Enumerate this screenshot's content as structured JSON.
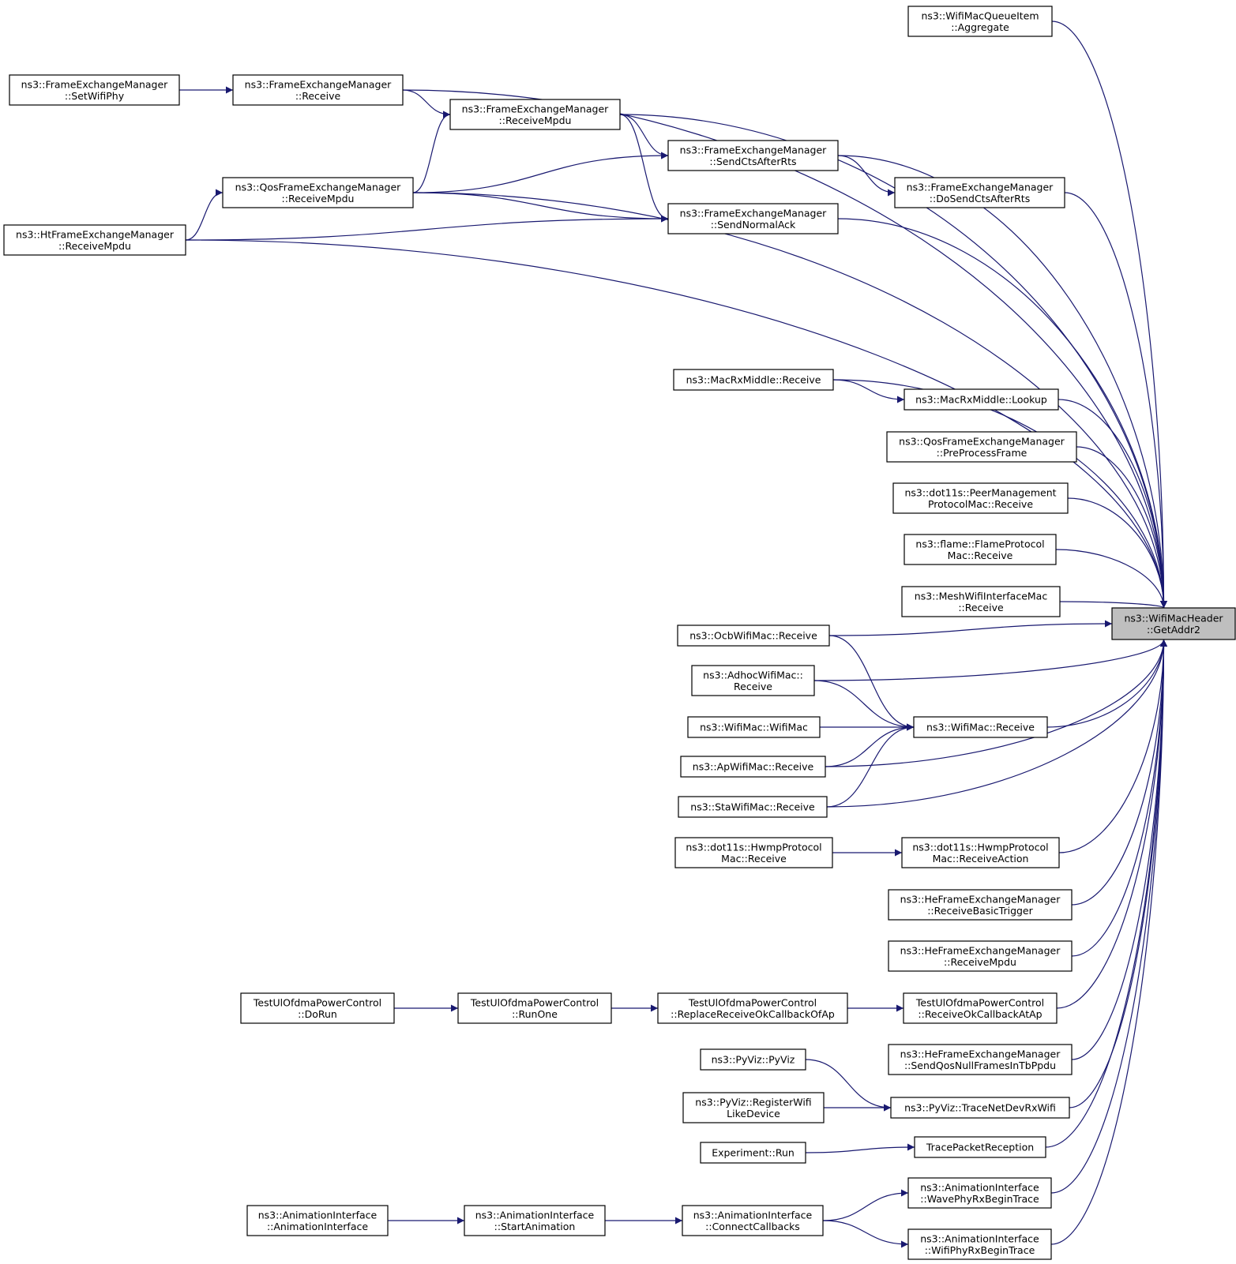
{
  "colors": {
    "edge": "#191970",
    "node_border": "#000000",
    "focus_fill": "#bfbfbf"
  },
  "nodes": [
    {
      "id": "target",
      "lines": [
        "ns3::WifiMacHeader",
        "::GetAddr2"
      ],
      "focus": true
    },
    {
      "id": "aggregate",
      "lines": [
        "ns3::WifiMacQueueItem",
        "::Aggregate"
      ]
    },
    {
      "id": "setwifiphy",
      "lines": [
        "ns3::FrameExchangeManager",
        "::SetWifiPhy"
      ]
    },
    {
      "id": "fem_receive",
      "lines": [
        "ns3::FrameExchangeManager",
        "::Receive"
      ]
    },
    {
      "id": "fem_receivempdu",
      "lines": [
        "ns3::FrameExchangeManager",
        "::ReceiveMpdu"
      ]
    },
    {
      "id": "fem_sendcts",
      "lines": [
        "ns3::FrameExchangeManager",
        "::SendCtsAfterRts"
      ]
    },
    {
      "id": "fem_dosendcts",
      "lines": [
        "ns3::FrameExchangeManager",
        "::DoSendCtsAfterRts"
      ]
    },
    {
      "id": "qos_receivempdu",
      "lines": [
        "ns3::QosFrameExchangeManager",
        "::ReceiveMpdu"
      ]
    },
    {
      "id": "fem_sendnormalack",
      "lines": [
        "ns3::FrameExchangeManager",
        "::SendNormalAck"
      ]
    },
    {
      "id": "ht_receivempdu",
      "lines": [
        "ns3::HtFrameExchangeManager",
        "::ReceiveMpdu"
      ]
    },
    {
      "id": "macrx_receive",
      "lines": [
        "ns3::MacRxMiddle::Receive"
      ]
    },
    {
      "id": "macrx_lookup",
      "lines": [
        "ns3::MacRxMiddle::Lookup"
      ]
    },
    {
      "id": "qos_preprocess",
      "lines": [
        "ns3::QosFrameExchangeManager",
        "::PreProcessFrame"
      ]
    },
    {
      "id": "peermgmt",
      "lines": [
        "ns3::dot11s::PeerManagement",
        "ProtocolMac::Receive"
      ]
    },
    {
      "id": "flame",
      "lines": [
        "ns3::flame::FlameProtocol",
        "Mac::Receive"
      ]
    },
    {
      "id": "meshwifi",
      "lines": [
        "ns3::MeshWifiInterfaceMac",
        "::Receive"
      ]
    },
    {
      "id": "ocb",
      "lines": [
        "ns3::OcbWifiMac::Receive"
      ]
    },
    {
      "id": "adhoc",
      "lines": [
        "ns3::AdhocWifiMac::",
        "Receive"
      ]
    },
    {
      "id": "wifimac_wifimac",
      "lines": [
        "ns3::WifiMac::WifiMac"
      ]
    },
    {
      "id": "wifimac_receive",
      "lines": [
        "ns3::WifiMac::Receive"
      ]
    },
    {
      "id": "ap",
      "lines": [
        "ns3::ApWifiMac::Receive"
      ]
    },
    {
      "id": "sta",
      "lines": [
        "ns3::StaWifiMac::Receive"
      ]
    },
    {
      "id": "hwmp_receive",
      "lines": [
        "ns3::dot11s::HwmpProtocol",
        "Mac::Receive"
      ]
    },
    {
      "id": "hwmp_action",
      "lines": [
        "ns3::dot11s::HwmpProtocol",
        "Mac::ReceiveAction"
      ]
    },
    {
      "id": "he_basictrigger",
      "lines": [
        "ns3::HeFrameExchangeManager",
        "::ReceiveBasicTrigger"
      ]
    },
    {
      "id": "he_receivempdu",
      "lines": [
        "ns3::HeFrameExchangeManager",
        "::ReceiveMpdu"
      ]
    },
    {
      "id": "tul_dorun",
      "lines": [
        "TestUlOfdmaPowerControl",
        "::DoRun"
      ]
    },
    {
      "id": "tul_runone",
      "lines": [
        "TestUlOfdmaPowerControl",
        "::RunOne"
      ]
    },
    {
      "id": "tul_replace",
      "lines": [
        "TestUlOfdmaPowerControl",
        "::ReplaceReceiveOkCallbackOfAp"
      ]
    },
    {
      "id": "tul_receiveok",
      "lines": [
        "TestUlOfdmaPowerControl",
        "::ReceiveOkCallbackAtAp"
      ]
    },
    {
      "id": "he_sendqosnull",
      "lines": [
        "ns3::HeFrameExchangeManager",
        "::SendQosNullFramesInTbPpdu"
      ]
    },
    {
      "id": "pyviz_pyviz",
      "lines": [
        "ns3::PyViz::PyViz"
      ]
    },
    {
      "id": "pyviz_register",
      "lines": [
        "ns3::PyViz::RegisterWifi",
        "LikeDevice"
      ]
    },
    {
      "id": "pyviz_trace",
      "lines": [
        "ns3::PyViz::TraceNetDevRxWifi"
      ]
    },
    {
      "id": "exp_run",
      "lines": [
        "Experiment::Run"
      ]
    },
    {
      "id": "tracepacket",
      "lines": [
        "TracePacketReception"
      ]
    },
    {
      "id": "anim_ctor",
      "lines": [
        "ns3::AnimationInterface",
        "::AnimationInterface"
      ]
    },
    {
      "id": "anim_start",
      "lines": [
        "ns3::AnimationInterface",
        "::StartAnimation"
      ]
    },
    {
      "id": "anim_connect",
      "lines": [
        "ns3::AnimationInterface",
        "::ConnectCallbacks"
      ]
    },
    {
      "id": "anim_wave",
      "lines": [
        "ns3::AnimationInterface",
        "::WavePhyRxBeginTrace"
      ]
    },
    {
      "id": "anim_wifiphy",
      "lines": [
        "ns3::AnimationInterface",
        "::WifiPhyRxBeginTrace"
      ]
    }
  ],
  "edges": [
    {
      "from": "aggregate",
      "to": "target"
    },
    {
      "from": "fem_receive",
      "to": "target"
    },
    {
      "from": "fem_receivempdu",
      "to": "target"
    },
    {
      "from": "fem_sendcts",
      "to": "target"
    },
    {
      "from": "fem_dosendcts",
      "to": "target"
    },
    {
      "from": "fem_sendnormalack",
      "to": "target"
    },
    {
      "from": "qos_receivempdu",
      "to": "target"
    },
    {
      "from": "ht_receivempdu",
      "to": "target"
    },
    {
      "from": "macrx_receive",
      "to": "target"
    },
    {
      "from": "macrx_lookup",
      "to": "target"
    },
    {
      "from": "qos_preprocess",
      "to": "target"
    },
    {
      "from": "peermgmt",
      "to": "target"
    },
    {
      "from": "flame",
      "to": "target"
    },
    {
      "from": "meshwifi",
      "to": "target"
    },
    {
      "from": "ocb",
      "to": "target"
    },
    {
      "from": "adhoc",
      "to": "target"
    },
    {
      "from": "wifimac_receive",
      "to": "target"
    },
    {
      "from": "ap",
      "to": "target"
    },
    {
      "from": "sta",
      "to": "target"
    },
    {
      "from": "hwmp_action",
      "to": "target"
    },
    {
      "from": "he_basictrigger",
      "to": "target"
    },
    {
      "from": "he_receivempdu",
      "to": "target"
    },
    {
      "from": "tul_receiveok",
      "to": "target"
    },
    {
      "from": "he_sendqosnull",
      "to": "target"
    },
    {
      "from": "pyviz_trace",
      "to": "target"
    },
    {
      "from": "tracepacket",
      "to": "target"
    },
    {
      "from": "anim_wave",
      "to": "target"
    },
    {
      "from": "anim_wifiphy",
      "to": "target"
    },
    {
      "from": "setwifiphy",
      "to": "fem_receive"
    },
    {
      "from": "fem_receive",
      "to": "fem_receivempdu"
    },
    {
      "from": "fem_receivempdu",
      "to": "fem_sendcts"
    },
    {
      "from": "fem_receivempdu",
      "to": "fem_sendnormalack"
    },
    {
      "from": "qos_receivempdu",
      "to": "fem_receivempdu"
    },
    {
      "from": "qos_receivempdu",
      "to": "fem_sendcts"
    },
    {
      "from": "qos_receivempdu",
      "to": "fem_sendnormalack"
    },
    {
      "from": "ht_receivempdu",
      "to": "qos_receivempdu"
    },
    {
      "from": "ht_receivempdu",
      "to": "fem_sendnormalack"
    },
    {
      "from": "fem_sendcts",
      "to": "fem_dosendcts"
    },
    {
      "from": "macrx_receive",
      "to": "macrx_lookup"
    },
    {
      "from": "ocb",
      "to": "wifimac_receive"
    },
    {
      "from": "adhoc",
      "to": "wifimac_receive"
    },
    {
      "from": "wifimac_wifimac",
      "to": "wifimac_receive"
    },
    {
      "from": "ap",
      "to": "wifimac_receive"
    },
    {
      "from": "sta",
      "to": "wifimac_receive"
    },
    {
      "from": "hwmp_receive",
      "to": "hwmp_action"
    },
    {
      "from": "tul_dorun",
      "to": "tul_runone"
    },
    {
      "from": "tul_runone",
      "to": "tul_replace"
    },
    {
      "from": "tul_replace",
      "to": "tul_receiveok"
    },
    {
      "from": "pyviz_pyviz",
      "to": "pyviz_trace"
    },
    {
      "from": "pyviz_register",
      "to": "pyviz_trace"
    },
    {
      "from": "exp_run",
      "to": "tracepacket"
    },
    {
      "from": "anim_ctor",
      "to": "anim_start"
    },
    {
      "from": "anim_start",
      "to": "anim_connect"
    },
    {
      "from": "anim_connect",
      "to": "anim_wave"
    },
    {
      "from": "anim_connect",
      "to": "anim_wifiphy"
    }
  ]
}
